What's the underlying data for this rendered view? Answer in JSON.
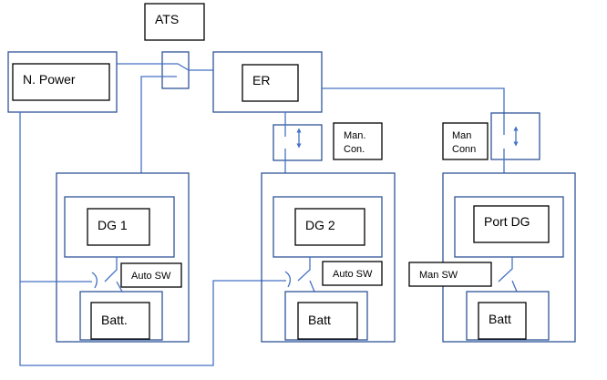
{
  "labels": {
    "ats": "ATS",
    "normal_power": "N. Power",
    "er": "ER",
    "man_con": [
      "Man.",
      "Con."
    ],
    "man_conn": [
      "Man",
      "Conn"
    ],
    "dg1": "DG 1",
    "dg2": "DG 2",
    "port_dg": "Port DG",
    "auto_sw_1": "Auto SW",
    "auto_sw_2": "Auto SW",
    "man_sw": "Man SW",
    "batt_1": "Batt.",
    "batt_2": "Batt",
    "batt_port": "Batt"
  },
  "colors": {
    "wire": "#4472c4",
    "box_outer": "#2f5597",
    "box_inner": "#000000"
  }
}
